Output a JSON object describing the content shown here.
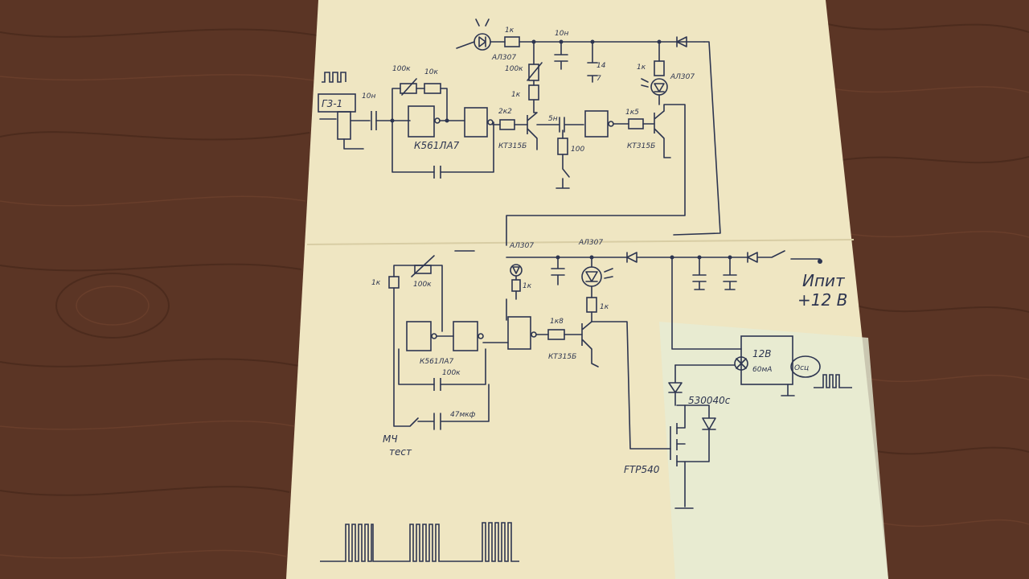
{
  "labels": {
    "gen_block": "Г3-1",
    "c_input": "10н",
    "r_pot_top": "100к",
    "r_top_1": "10к",
    "ic_top": "К561ЛА7",
    "r_2k2": "2к2",
    "t_top_1": "КТ315Б",
    "led_top": "АЛ307",
    "r_1k_led": "1к",
    "c_top": "10н",
    "r_pot_100k_mid": "100к",
    "r_1k_mid": "1к",
    "c_5n": "5н",
    "r_100": "100",
    "pin14": "14",
    "pin7": "7",
    "r_1k5": "1к5",
    "t_top_2": "КТ315Б",
    "led_right": "АЛ307",
    "r_1k_right": "1к",
    "led_b1": "АЛ307",
    "led_b2": "АЛ307",
    "r_1k_left": "1к",
    "r_pot_bottom": "100к",
    "r_1k_b": "1к",
    "ic_bottom": "К561ЛА7",
    "r_100k_b": "100к",
    "cap_47": "47мкф",
    "r_1k8": "1к8",
    "t_bottom": "КТ315Б",
    "r_1k_led_b": "1к",
    "lamp_line1": "12В",
    "lamp_line2": "60мА",
    "osc": "Осц",
    "diode_s": "530040с",
    "mosfet": "FTP540",
    "power_line1": "Ипит",
    "power_line2": "+12 В",
    "mch_line1": "МЧ",
    "mch_line2": "тест"
  }
}
